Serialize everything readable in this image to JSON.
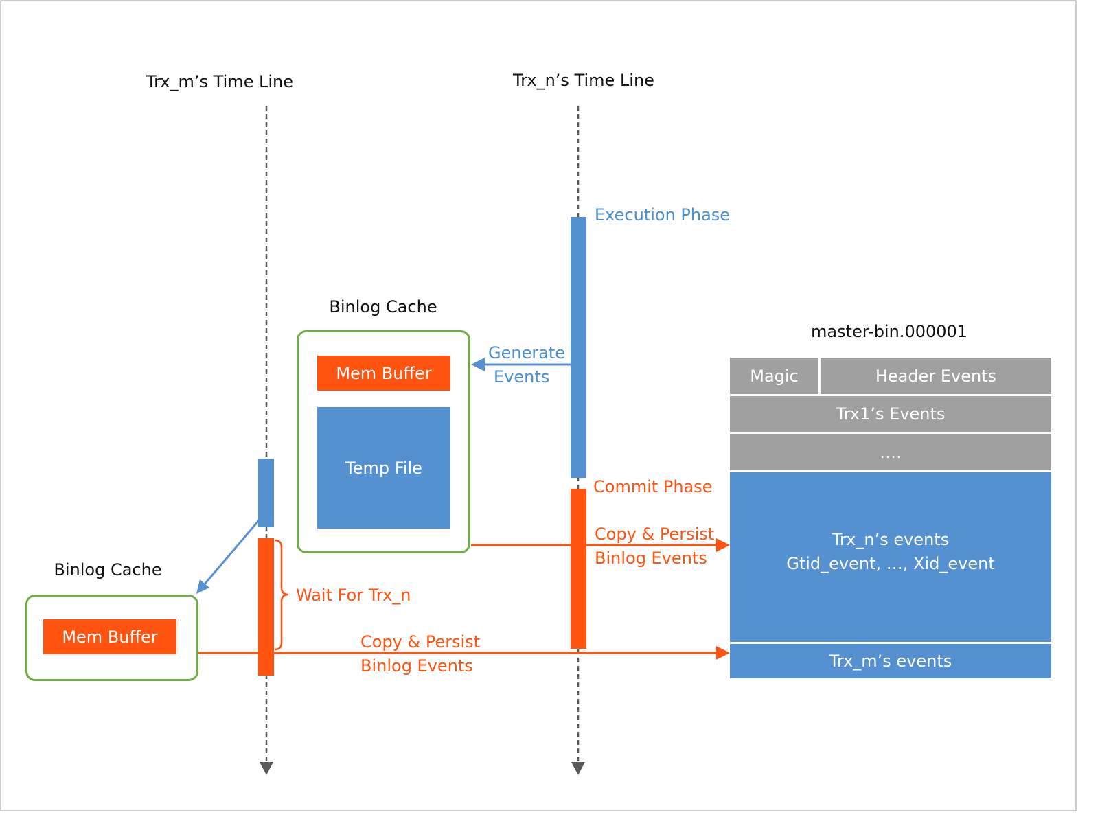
{
  "timelines": {
    "trx_m_title": "Trx_m’s Time Line",
    "trx_n_title": "Trx_n’s Time Line"
  },
  "phases": {
    "execution": "Execution Phase",
    "commit": "Commit Phase",
    "wait": "Wait For Trx_n"
  },
  "arrows": {
    "generate_line1": "Generate",
    "generate_line2": "Events",
    "copy_persist_line1": "Copy & Persist",
    "copy_persist_line2": "Binlog Events"
  },
  "cache_n": {
    "title": "Binlog Cache",
    "mem_buffer": "Mem Buffer",
    "temp_file": "Temp File"
  },
  "cache_m": {
    "title": "Binlog Cache",
    "mem_buffer": "Mem Buffer"
  },
  "binlog_file": {
    "name": "master-bin.000001",
    "magic": "Magic",
    "header_events": "Header Events",
    "trx1_events": "Trx1’s Events",
    "ellipsis": "….",
    "trx_n_events_line1": "Trx_n’s events",
    "trx_n_events_line2": "Gtid_event, …, Xid_event",
    "trx_m_events": "Trx_m’s events"
  },
  "colors": {
    "blue": "#5590d0",
    "blue_text": "#4a8fd0",
    "orange": "#ff5310",
    "green": "#70ad47",
    "gray": "#a0a0a0"
  }
}
